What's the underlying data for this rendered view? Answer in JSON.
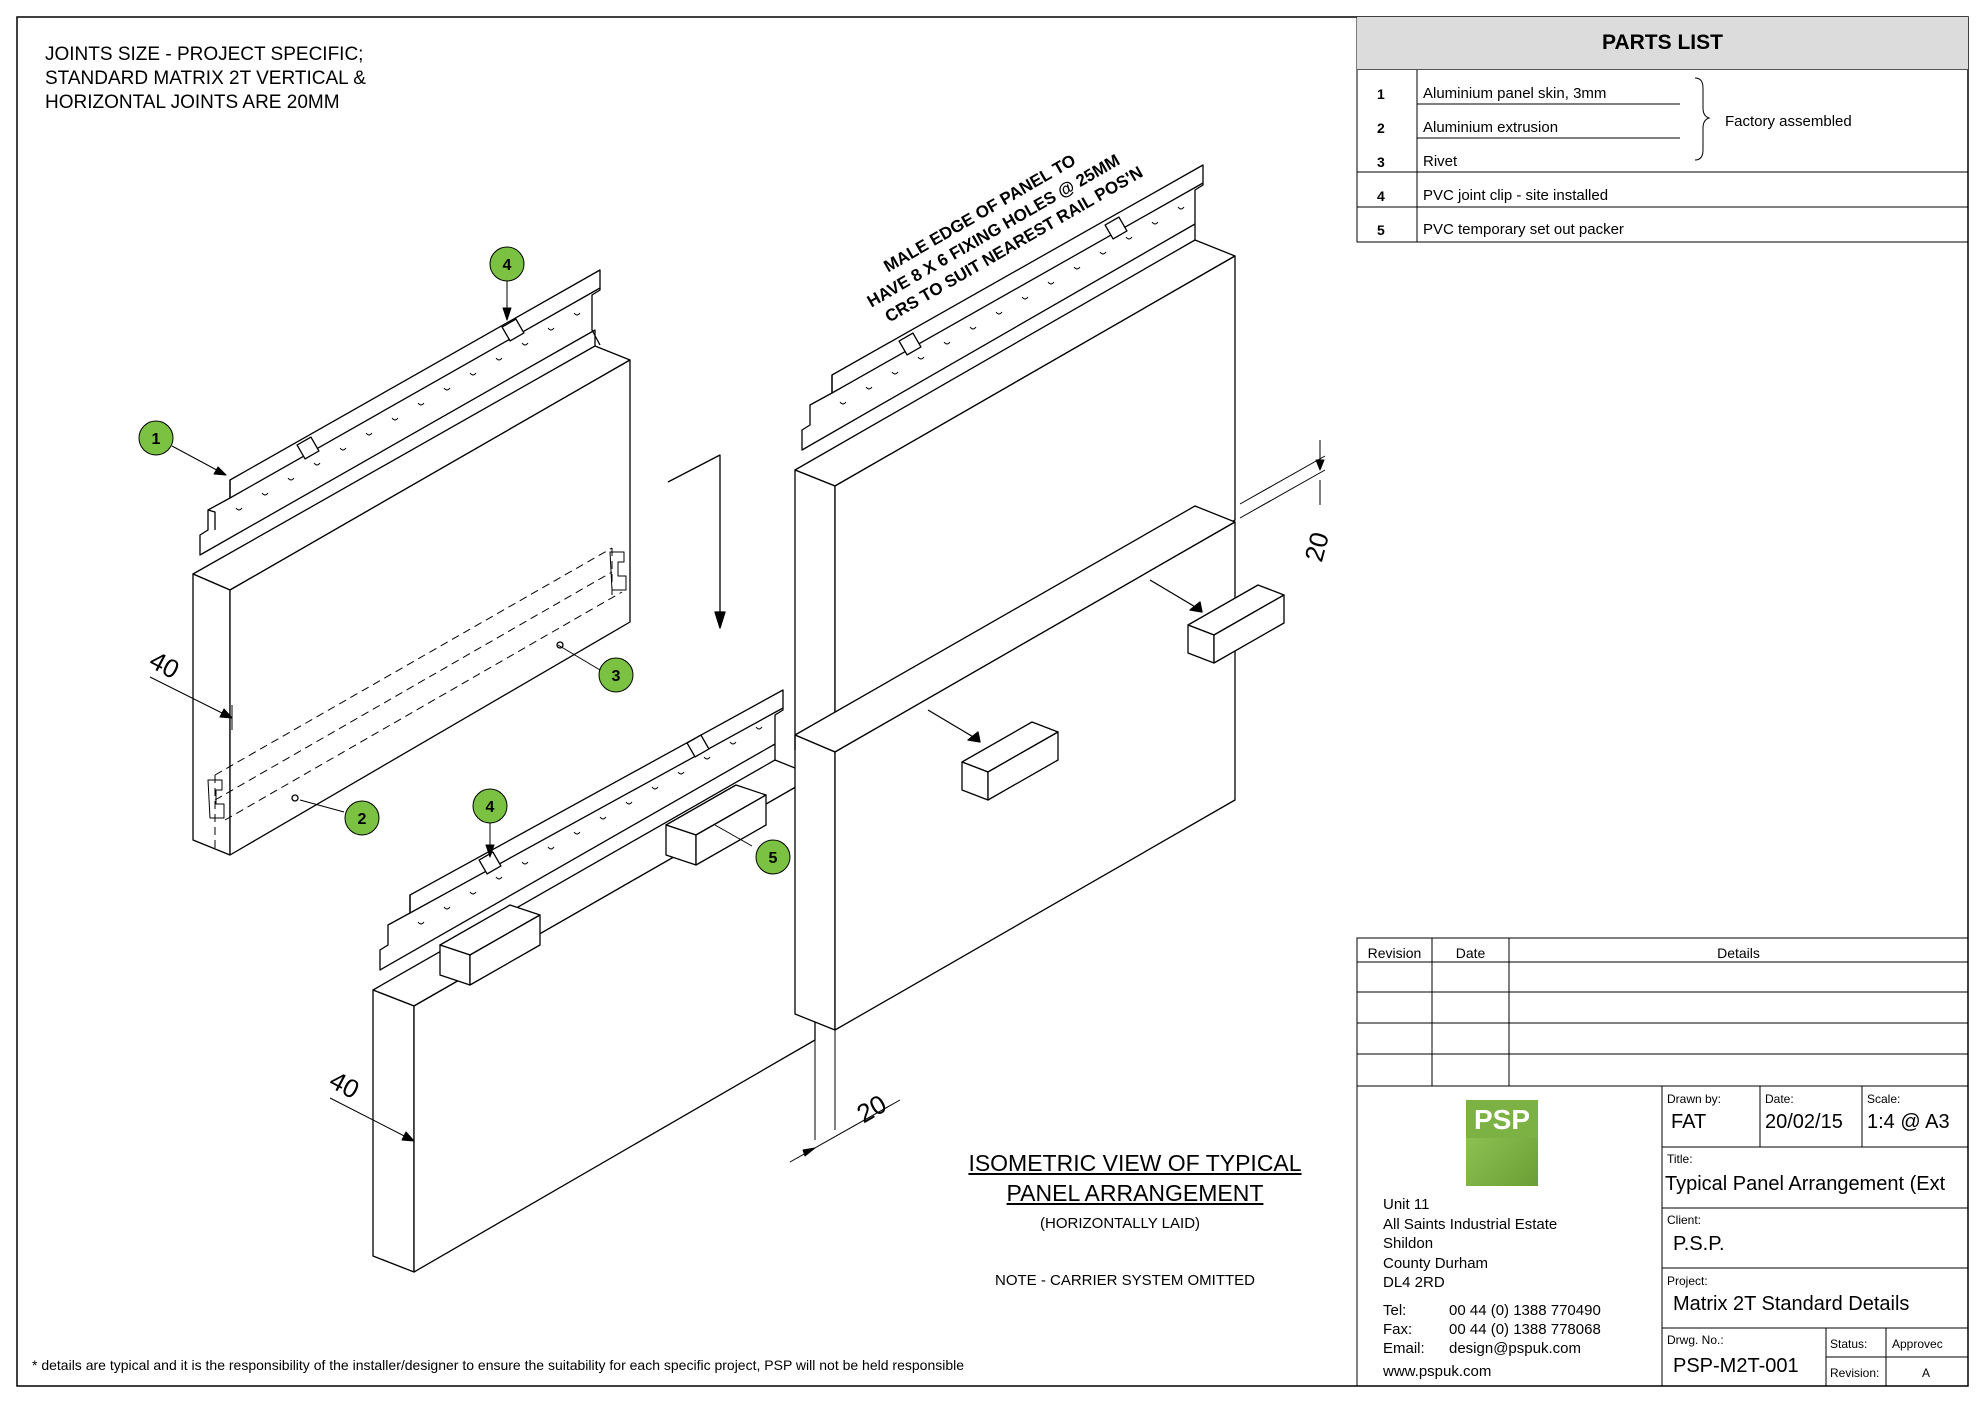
{
  "joints_note": "JOINTS SIZE - PROJECT SPECIFIC;\nSTANDARD MATRIX 2T VERTICAL &\nHORIZONTAL JOINTS ARE 20MM",
  "male_edge_note": [
    "MALE EDGE OF PANEL TO",
    "HAVE 8 X 6 FIXING HOLES @ 25MM",
    "CRS TO SUIT NEAREST RAIL POS'N"
  ],
  "view_title": [
    "ISOMETRIC VIEW OF TYPICAL",
    "PANEL ARRANGEMENT"
  ],
  "view_subtitle": "(HORIZONTALLY LAID)",
  "view_note": "NOTE - CARRIER SYSTEM OMITTED",
  "disclaimer": "* details are typical and it is the responsibility of the installer/designer  to ensure the suitability for each specific project, PSP will not be held responsible",
  "dimensions": {
    "d40_upper": "40",
    "d40_lower": "40",
    "d20_vertical": "20",
    "d20_horizontal": "20"
  },
  "callouts": [
    "1",
    "2",
    "3",
    "4",
    "4",
    "5"
  ],
  "colors": {
    "callout_fill": "#7bc142",
    "logo_green": "#7bb243",
    "header_grey": "#dcdcdc"
  },
  "parts_list": {
    "title": "PARTS LIST",
    "items": [
      {
        "num": "1",
        "desc": "Aluminium panel skin, 3mm"
      },
      {
        "num": "2",
        "desc": "Aluminium extrusion"
      },
      {
        "num": "3",
        "desc": "Rivet"
      },
      {
        "num": "4",
        "desc": "PVC joint clip - site installed"
      },
      {
        "num": "5",
        "desc": "PVC temporary set out packer"
      }
    ],
    "group_label": "Factory assembled"
  },
  "revisions": {
    "headers": {
      "revision": "Revision",
      "date": "Date",
      "details": "Details"
    }
  },
  "title_block": {
    "logo_text": "PSP",
    "address": "Unit 11\nAll Saints Industrial Estate\nShildon\nCounty Durham\nDL4 2RD",
    "tel_label": "Tel:",
    "tel": "00 44 (0) 1388 770490",
    "fax_label": "Fax:",
    "fax": "00 44 (0) 1388 778068",
    "email_label": "Email:",
    "email": "design@pspuk.com",
    "web": "www.pspuk.com",
    "drawn_by_label": "Drawn by:",
    "drawn_by": "FAT",
    "date_label": "Date:",
    "date": "20/02/15",
    "scale_label": "Scale:",
    "scale": "1:4 @ A3",
    "title_label": "Title:",
    "title": "Typical Panel Arrangement (Ext",
    "client_label": "Client:",
    "client": "P.S.P.",
    "project_label": "Project:",
    "project": "Matrix 2T Standard Details",
    "drwg_label": "Drwg. No.:",
    "drwg": "PSP-M2T-001",
    "status_label": "Status:",
    "status": "Approvec",
    "revision_label": "Revision:",
    "revision": "A"
  }
}
